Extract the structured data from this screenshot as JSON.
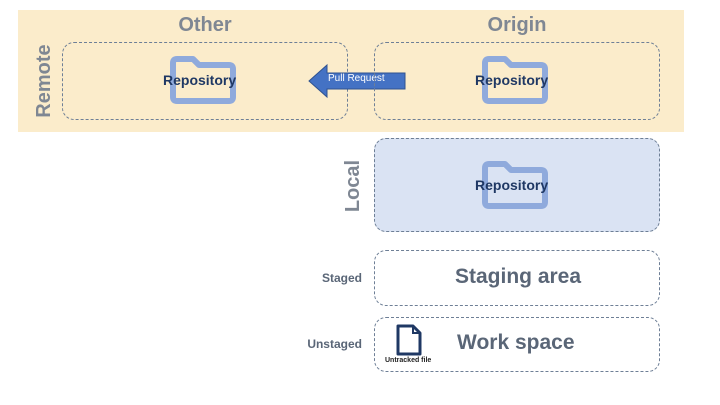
{
  "headers": {
    "other": "Other",
    "origin": "Origin",
    "remote": "Remote",
    "local": "Local"
  },
  "repositories": {
    "other_label": "Repository",
    "origin_label": "Repository",
    "local_label": "Repository"
  },
  "arrow": {
    "label": "Pull Request",
    "color": "#4472c4"
  },
  "areas": {
    "staged_label": "Staged",
    "staging_title": "Staging area",
    "unstaged_label": "Unstaged",
    "workspace_title": "Work space"
  },
  "file_icon": {
    "label": "Untracked file"
  },
  "icons": [
    "folder-icon",
    "file-icon",
    "arrow-left-icon"
  ],
  "colors": {
    "remote_band": "#fbeccb",
    "local_box": "#dae3f3",
    "folder": "#8faadc",
    "text_dark": "#1f3864",
    "text_gray": "#7f8793"
  }
}
